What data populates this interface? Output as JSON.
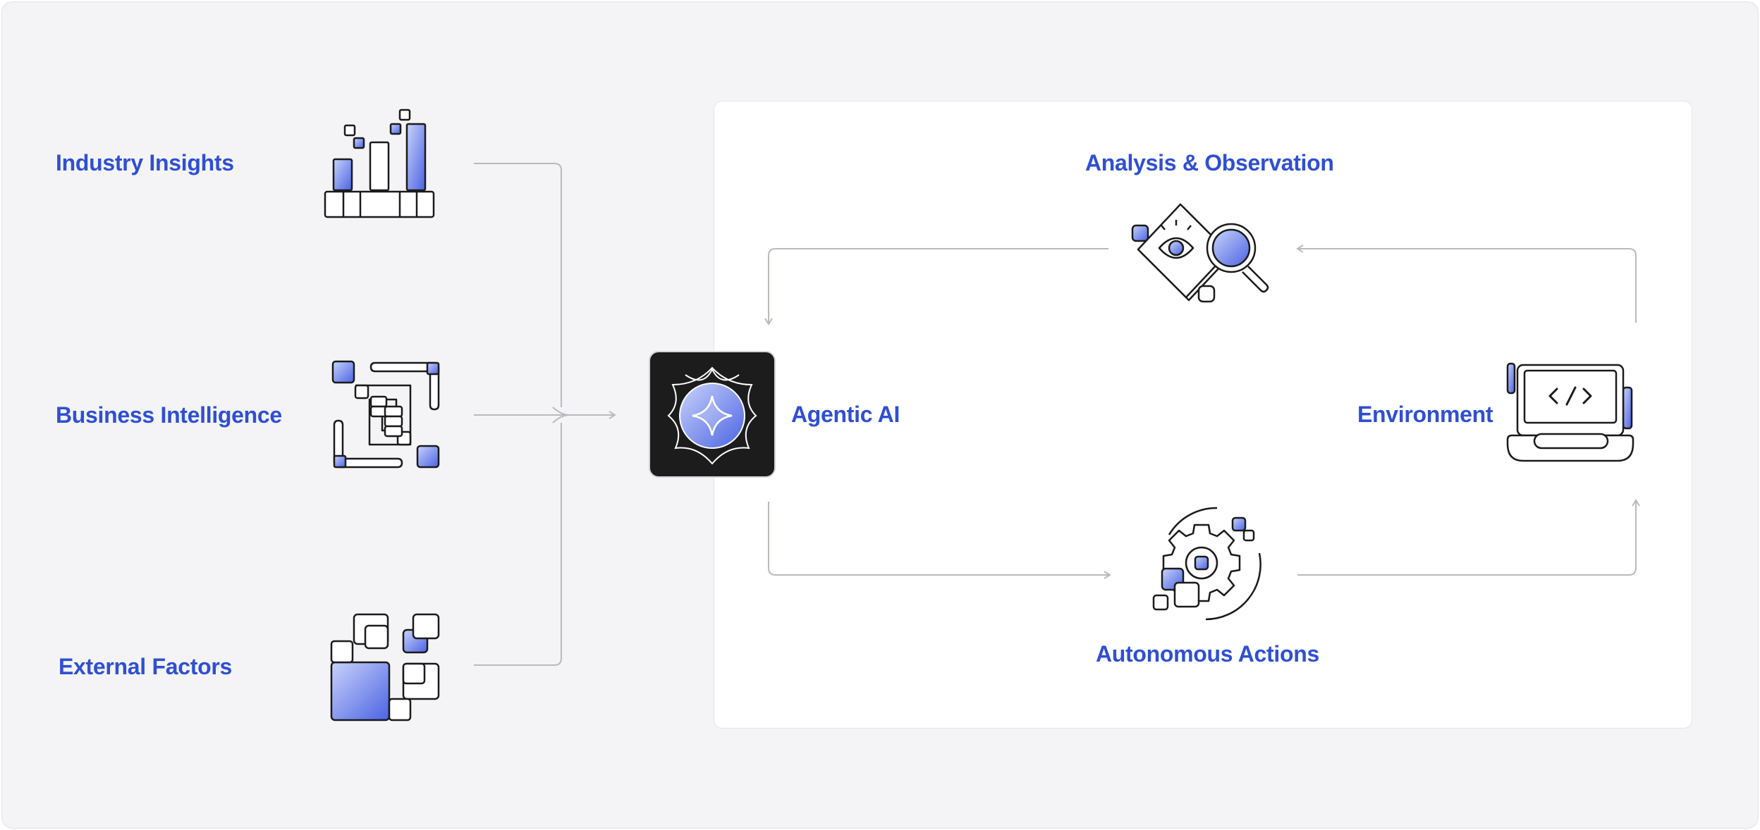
{
  "inputs": {
    "industry_insights": "Industry Insights",
    "business_intelligence": "Business Intelligence",
    "external_factors": "External Factors"
  },
  "loop": {
    "agentic_ai": "Agentic AI",
    "analysis_observation": "Analysis & Observation",
    "environment": "Environment",
    "autonomous_actions": "Autonomous Actions"
  },
  "colors": {
    "accent": "#2f4fd3",
    "gradient_light": "#c9d3fb",
    "gradient_dark": "#4b63e3",
    "line": "#b9b9bf",
    "background": "#f4f4f6",
    "panel": "#ffffff",
    "tile": "#1c1c1c"
  },
  "icons": {
    "industry_insights": "bar-chart-icon",
    "business_intelligence": "grid-blocks-icon",
    "external_factors": "stacked-squares-icon",
    "agentic_ai": "sparkle-star-icon",
    "analysis_observation": "magnifier-eye-icon",
    "environment": "laptop-code-icon",
    "autonomous_actions": "gear-icon"
  }
}
